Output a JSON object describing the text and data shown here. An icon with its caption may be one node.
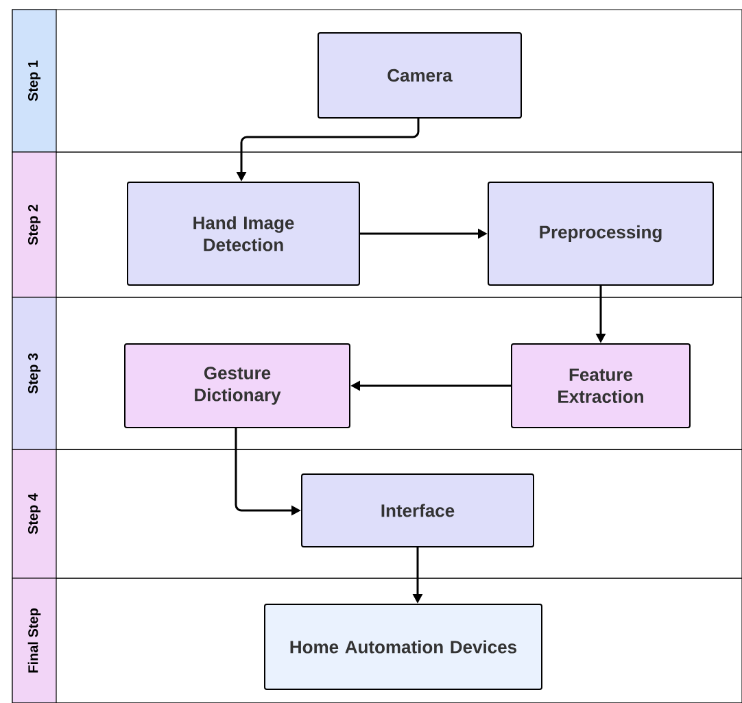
{
  "diagram": {
    "nodes": [
      {
        "text": [
          "Step 1"
        ]
      },
      {
        "text": [
          "Step 2"
        ]
      },
      {
        "text": [
          "Step 3"
        ]
      },
      {
        "text": [
          "Step 4"
        ]
      },
      {
        "text": [
          "Final Step"
        ]
      },
      {
        "text": [
          "Camera"
        ],
        "in": 0
      },
      {
        "text": [
          "Hand Image Detection"
        ],
        "in": 1
      },
      {
        "text": [
          "Preprocessing"
        ],
        "in": 1
      },
      {
        "text": [
          "Gesture Dictionary"
        ],
        "in": 2
      },
      {
        "text": [
          "Feature Extraction"
        ],
        "in": 2
      },
      {
        "text": [
          "Interface"
        ],
        "in": 3
      },
      {
        "text": [
          "Home Automation Devices"
        ],
        "in": 4
      }
    ],
    "edges": [
      {
        "from": 5,
        "to": 6,
        "arrow": "to"
      },
      {
        "from": 6,
        "to": 7,
        "arrow": "to"
      },
      {
        "from": 7,
        "to": 9,
        "arrow": "to"
      },
      {
        "from": 9,
        "to": 8,
        "arrow": "to"
      },
      {
        "from": 8,
        "to": 10,
        "arrow": "to"
      },
      {
        "from": 10,
        "to": 11,
        "arrow": "to"
      }
    ]
  }
}
